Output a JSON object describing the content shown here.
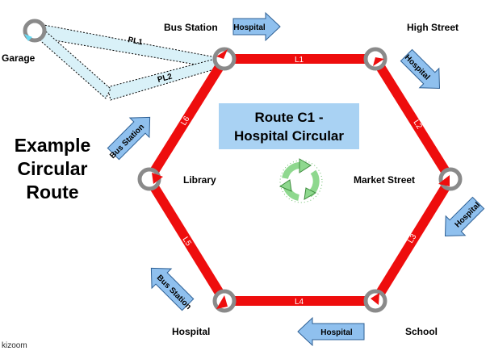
{
  "diagram": {
    "title_lines": [
      "Example",
      "Circular",
      "Route"
    ],
    "route_box_lines": [
      "Route C1 -",
      "Hospital Circular"
    ],
    "brand": "kizoom",
    "colors": {
      "route": "#ee0d0d",
      "stop_ring": "#8a8a8a",
      "stop_pointer": "#ee0d0d",
      "arrow_fill": "#8fc0ee",
      "arrow_stroke": "#2d5f94",
      "box_fill": "#a9d2f3",
      "garage_link": "#d9f1f8",
      "cycle_green": "#8ed88e"
    },
    "stops": [
      {
        "id": "garage",
        "name": "Garage"
      },
      {
        "id": "bus-station",
        "name": "Bus Station"
      },
      {
        "id": "high-street",
        "name": "High Street"
      },
      {
        "id": "market-street",
        "name": "Market Street"
      },
      {
        "id": "school",
        "name": "School"
      },
      {
        "id": "hospital",
        "name": "Hospital"
      },
      {
        "id": "library",
        "name": "Library"
      }
    ],
    "legs": [
      {
        "id": "l1",
        "label": "L1",
        "from": "bus-station",
        "to": "high-street"
      },
      {
        "id": "l2",
        "label": "L2",
        "from": "high-street",
        "to": "market-street"
      },
      {
        "id": "l3",
        "label": "L3",
        "from": "market-street",
        "to": "school"
      },
      {
        "id": "l4",
        "label": "L4",
        "from": "school",
        "to": "hospital"
      },
      {
        "id": "l5",
        "label": "L5",
        "from": "hospital",
        "to": "library"
      },
      {
        "id": "l6",
        "label": "L6",
        "from": "library",
        "to": "bus-station"
      }
    ],
    "positioning_legs": [
      {
        "id": "pl1",
        "label": "PL1"
      },
      {
        "id": "pl2",
        "label": "PL2"
      }
    ],
    "direction_arrows": [
      {
        "id": "bus-station",
        "label": "Hospital"
      },
      {
        "id": "high-street",
        "label": "Hospital"
      },
      {
        "id": "market-street",
        "label": "Hospital"
      },
      {
        "id": "school",
        "label": "Hospital"
      },
      {
        "id": "hospital",
        "label": "Bus Station"
      },
      {
        "id": "library",
        "label": "Bus Station"
      }
    ]
  }
}
